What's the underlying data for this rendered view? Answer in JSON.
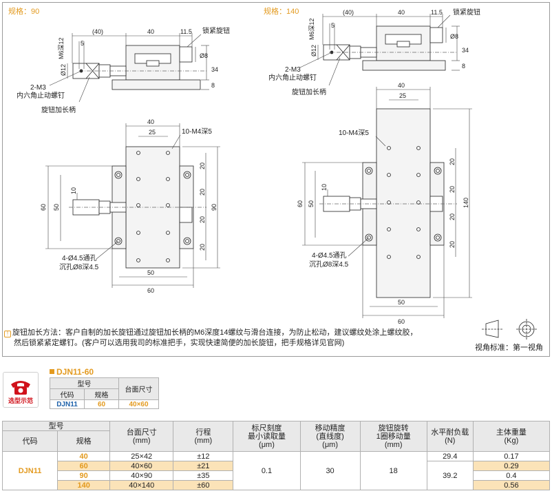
{
  "drawing": {
    "left_spec": "规格：90",
    "right_spec": "规格：140",
    "labels": {
      "lock_knob": "锁紧旋钮",
      "screw": "2-M3",
      "screw_desc": "内六角止动螺钉",
      "knob_handle": "旋钮加长柄",
      "m6": "M6深12",
      "phi12": "Ø12",
      "phi8": "Ø8",
      "m4_10": "10-M4深5",
      "through_hole": "4-Ø4.5通孔",
      "counterbore": "沉孔Ø8深4.5"
    },
    "dims": {
      "d40p": "(40)",
      "d40": "40",
      "d11_5": "11.5",
      "d5": "5",
      "d34": "34",
      "d8": "8",
      "d25": "25",
      "d20": "20",
      "d60": "60",
      "d50": "50",
      "d10": "10",
      "d90": "90",
      "d140": "140"
    }
  },
  "note": {
    "text1": "旋钮加长方法：客户自制的加长旋钮通过旋钮加长柄的M6深度14螺纹与滑台连接，为防止松动，建议螺纹处涂上螺纹胶，",
    "text2": "然后锁紧紧定螺钉。(客户可以选用我司的标准把手，实现快速简便的加长旋钮，把手规格详见官网)"
  },
  "view_standard": "视角标准：第一视角",
  "badge": {
    "label": "选型示范"
  },
  "model_header": "DJN11-60",
  "selection": {
    "h_model": "型号",
    "h_code": "代码",
    "h_spec": "规格",
    "h_size": "台面尺寸",
    "code": "DJN11",
    "spec": "60",
    "size": "40×60"
  },
  "spec_table": {
    "h_model": "型号",
    "h_code": "代码",
    "h_spec": "规格",
    "h_size": "台面尺寸",
    "h_size_u": "(mm)",
    "h_travel": "行程",
    "h_travel_u": "(mm)",
    "h_scale": "标尺刻度",
    "h_scale2": "最小读取量",
    "h_scale_u": "(μm)",
    "h_acc": "移动精度",
    "h_acc2": "(直线度)",
    "h_acc_u": "(μm)",
    "h_knob": "旋钮旋转",
    "h_knob2": "1圈移动量",
    "h_knob_u": "(mm)",
    "h_load": "水平耐负载",
    "h_load_u": "(N)",
    "h_weight": "主体重量",
    "h_weight_u": "(Kg)",
    "code": "DJN11",
    "scale": "0.1",
    "accuracy": "30",
    "knob": "18",
    "load1": "29.4",
    "load2": "39.2",
    "rows": [
      {
        "spec": "40",
        "size": "25×42",
        "travel": "±12",
        "weight": "0.17"
      },
      {
        "spec": "60",
        "size": "40×60",
        "travel": "±21",
        "weight": "0.29"
      },
      {
        "spec": "90",
        "size": "40×90",
        "travel": "±35",
        "weight": "0.4"
      },
      {
        "spec": "140",
        "size": "40×140",
        "travel": "±60",
        "weight": "0.56"
      }
    ]
  }
}
